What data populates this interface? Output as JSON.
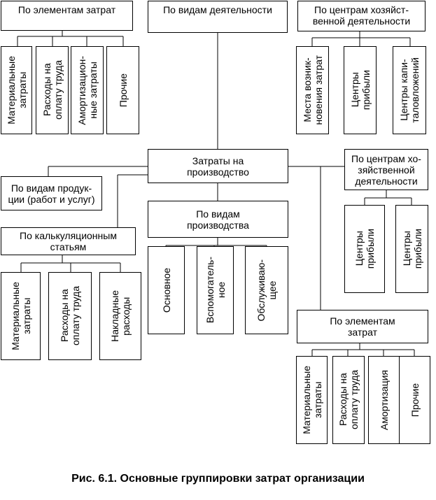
{
  "diagram": {
    "center": "Затраты на\nпроизводство",
    "by_elements_top": {
      "title": "По элементам затрат",
      "items": [
        "Материальные\nзатраты",
        "Расходы на\nоплату труда",
        "Амортизацион-\nные затраты",
        "Прочие"
      ]
    },
    "by_activity": "По видам деятельности",
    "by_centers_top": {
      "title": "По центрам хозяйст-\nвенной деятельности",
      "items": [
        "Места возник-\nновения затрат",
        "Центры\nприбыли",
        "Центры капи-\nталовложений"
      ]
    },
    "by_products": "По видам продук-\nции (работ и услуг)",
    "by_calc": {
      "title": "По калькуляционным\nстатьям",
      "items": [
        "Материальные\nзатраты",
        "Расходы на\nоплату труда",
        "Накладные\nрасходы"
      ]
    },
    "by_production": {
      "title": "По видам\nпроизводства",
      "items": [
        "Основное",
        "Вспомогатель-\nное",
        "Обслуживаю-\nщее"
      ]
    },
    "by_centers_right": {
      "title": "По центрам хо-\nзяйственной\nдеятельности",
      "items": [
        "Центры\nприбыли",
        "Центры\nприбыли"
      ]
    },
    "by_elements_bottom": {
      "title": "По элементам\nзатрат",
      "items": [
        "Материальные\nзатраты",
        "Расходы на\nоплату труда",
        "Амортизация",
        "Прочие"
      ]
    }
  },
  "caption": "Рис. 6.1. Основные группировки затрат организации"
}
